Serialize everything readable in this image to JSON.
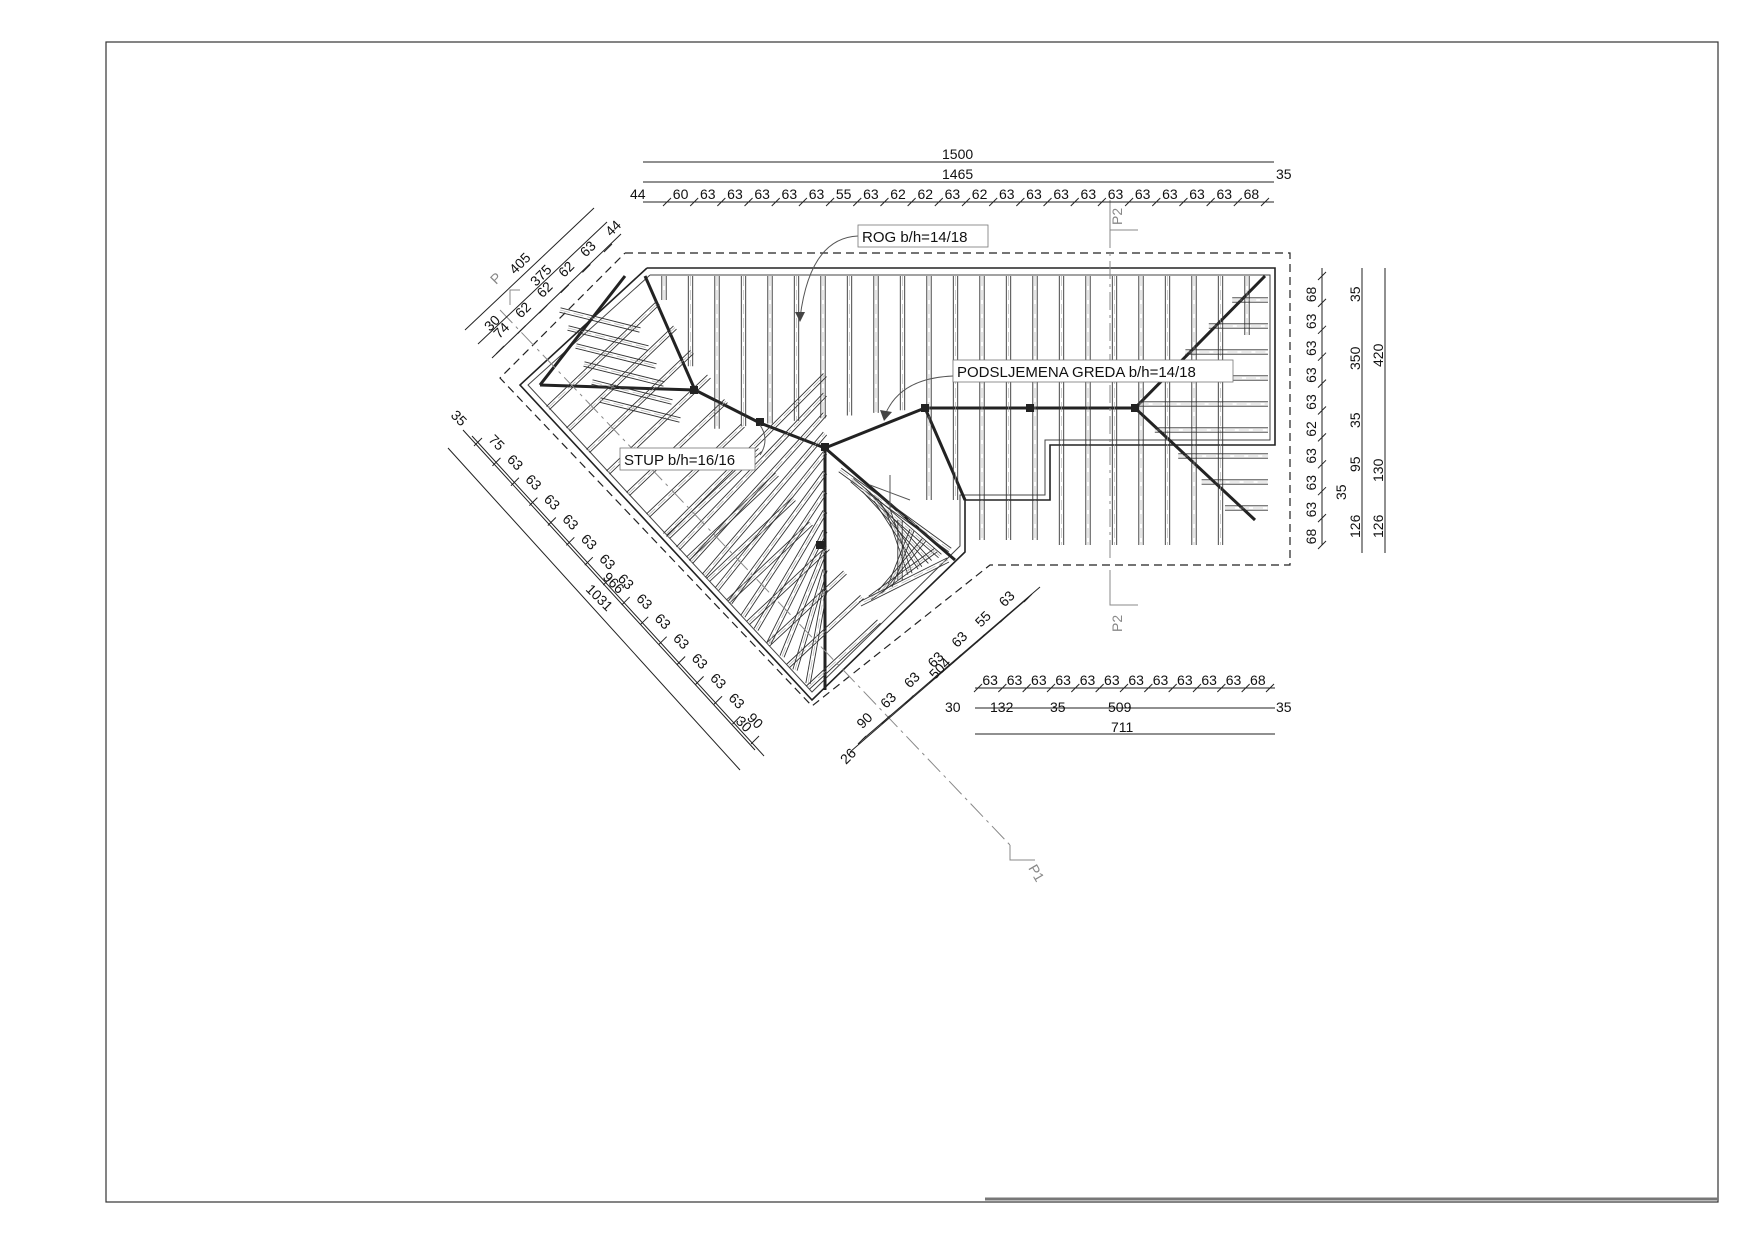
{
  "labels": {
    "rog": "ROG b/h=14/18",
    "podsljemena": "PODSLJEMENA GREDA b/h=14/18",
    "stup": "STUP b/h=16/16"
  },
  "sections": {
    "p1": "P1",
    "p2": "P2"
  },
  "dims": {
    "top_total": "1500",
    "top_inner": "1465",
    "top_right": "35",
    "top_left": "44",
    "top_chain": [
      "60",
      "63",
      "63",
      "63",
      "63",
      "63",
      "55",
      "63",
      "62",
      "62",
      "63",
      "62",
      "63",
      "63",
      "63",
      "63",
      "63",
      "63",
      "63",
      "63",
      "63",
      "68"
    ],
    "ul_total": "405",
    "ul_inner": "375",
    "ul_a": "30",
    "ul_b": "44",
    "ul_chain": [
      "74",
      "62",
      "62",
      "62",
      "63"
    ],
    "lw_a": "35",
    "lw_chain": [
      "75",
      "63",
      "63",
      "63",
      "63",
      "63",
      "63",
      "63",
      "63",
      "63",
      "63",
      "63",
      "63",
      "63",
      "90"
    ],
    "lw_b": "30",
    "lw_inner": "966",
    "lw_total": "1031",
    "lr_a": "26",
    "lr_chain": [
      "90",
      "63",
      "63",
      "63",
      "63",
      "55",
      "63"
    ],
    "lr_total": "504",
    "b_chain": [
      "63",
      "63",
      "63",
      "63",
      "63",
      "63",
      "63",
      "63",
      "63",
      "63",
      "63",
      "68"
    ],
    "b_30": "30",
    "b_132": "132",
    "b_35a": "35",
    "b_509": "509",
    "b_35b": "35",
    "b_711": "711",
    "r_chain": [
      "68",
      "63",
      "63",
      "63",
      "63",
      "62",
      "63",
      "63",
      "63",
      "68"
    ],
    "r_35mid": "35",
    "r_35": "35",
    "r_350": "350",
    "r_35b": "35",
    "r_95": "95",
    "r_126": "126",
    "r_420": "420",
    "r_130": "130",
    "r_126b": "126"
  }
}
